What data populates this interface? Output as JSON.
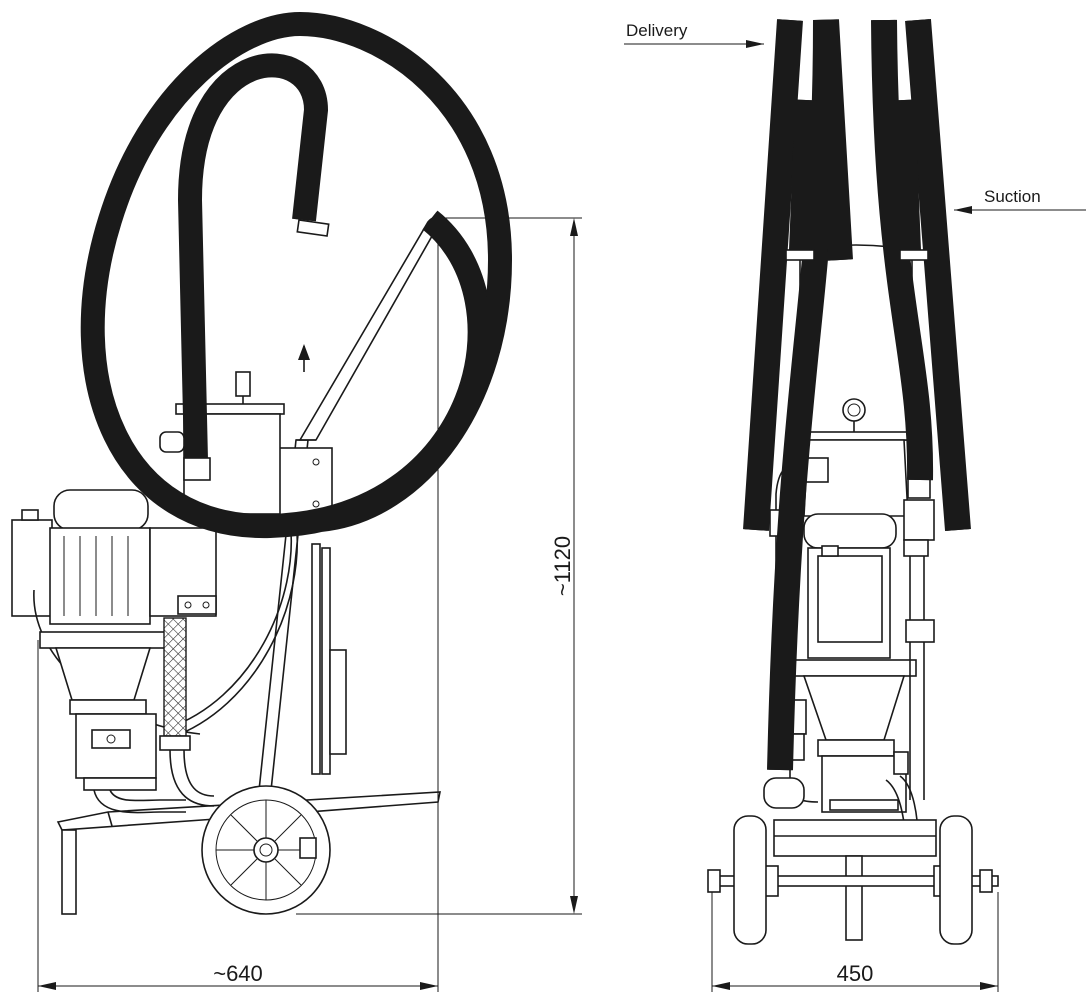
{
  "labels": {
    "delivery": "Delivery",
    "suction": "Suction"
  },
  "dimensions": {
    "height": "~1120",
    "width_side": "~640",
    "width_front": "450"
  }
}
